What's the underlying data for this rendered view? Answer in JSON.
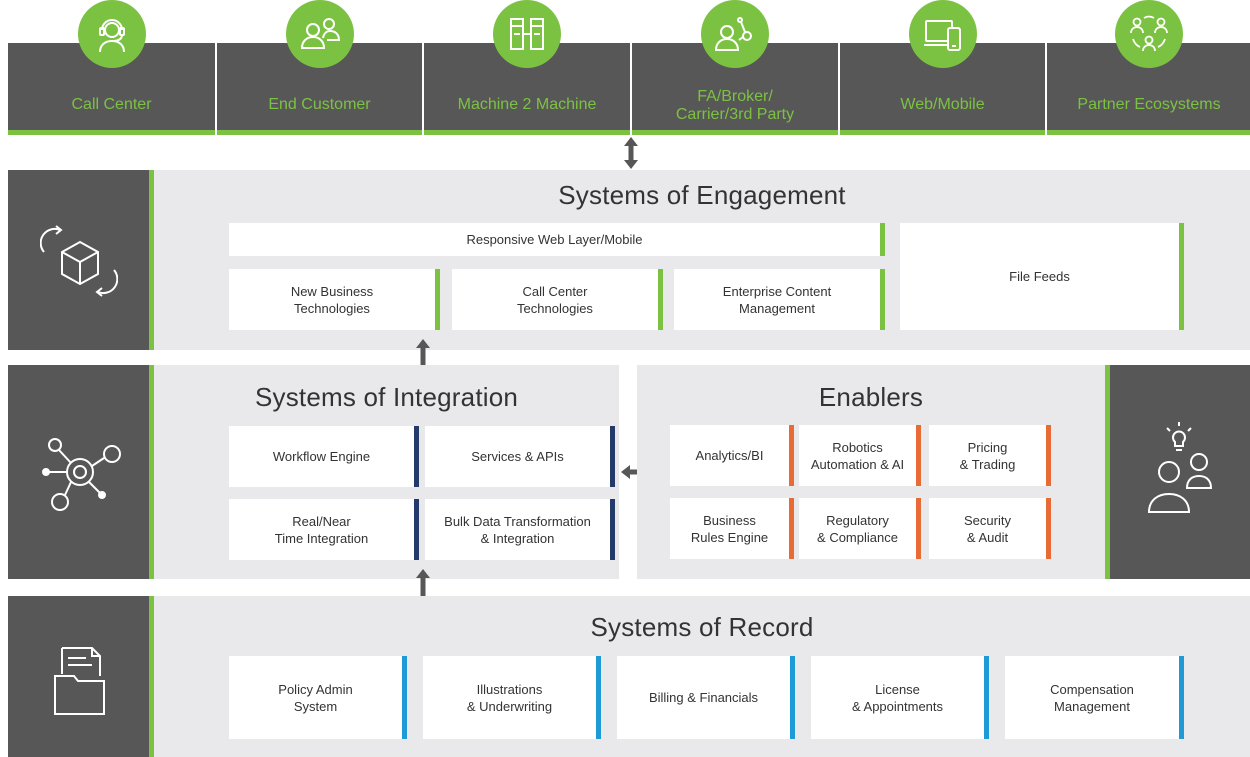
{
  "channels": [
    {
      "label": "Call Center",
      "icon": "headset-agent-icon"
    },
    {
      "label": "End Customer",
      "icon": "users-icon"
    },
    {
      "label": "Machine 2 Machine",
      "icon": "servers-icon"
    },
    {
      "label": "FA/Broker/\nCarrier/3rd Party",
      "icon": "person-network-icon"
    },
    {
      "label": "Web/Mobile",
      "icon": "desktop-mobile-icon"
    },
    {
      "label": "Partner Ecosystems",
      "icon": "partner-cycle-icon"
    }
  ],
  "engagement": {
    "title": "Systems of Engagement",
    "icon": "rotating-cube-icon",
    "responsive": "Responsive Web Layer/Mobile",
    "file_feeds": "File Feeds",
    "boxes": [
      "New Business\nTechnologies",
      "Call Center\nTechnologies",
      "Enterprise Content\nManagement"
    ]
  },
  "integration": {
    "title": "Systems of Integration",
    "icon": "hub-network-icon",
    "boxes": [
      "Workflow Engine",
      "Services & APIs",
      "Real/Near\nTime Integration",
      "Bulk Data Transformation\n& Integration"
    ]
  },
  "enablers": {
    "title": "Enablers",
    "icon": "people-idea-icon",
    "boxes": [
      "Analytics/BI",
      "Robotics\nAutomation & AI",
      "Pricing\n& Trading",
      "Business\nRules Engine",
      "Regulatory\n& Compliance",
      "Security\n& Audit"
    ]
  },
  "record": {
    "title": "Systems of Record",
    "icon": "document-folder-icon",
    "boxes": [
      "Policy Admin\nSystem",
      "Illustrations\n& Underwriting",
      "Billing & Financials",
      "License\n& Appointments",
      "Compensation\nManagement"
    ]
  },
  "colors": {
    "green": "#7cc242",
    "dark_gray": "#575757",
    "light_gray": "#e9e9eb",
    "navy": "#243a6b",
    "orange": "#e86b35",
    "blue": "#1f9ad6"
  }
}
